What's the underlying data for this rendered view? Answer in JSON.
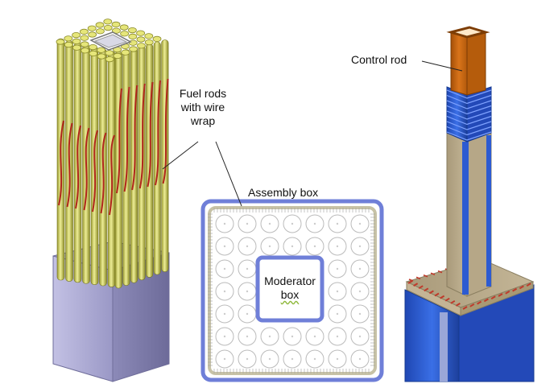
{
  "labels": {
    "fuel_rods_line1": "Fuel rods",
    "fuel_rods_line2": "with wire",
    "fuel_rods_line3": "wrap",
    "assembly_box": "Assembly box",
    "moderator_line1": "Moderator",
    "moderator_line2": "box",
    "control_rod": "Control rod"
  },
  "colors": {
    "fuel_rod": "#c9c95a",
    "fuel_rod_light": "#e9e98a",
    "fuel_rod_dark": "#8f8f2a",
    "wire_wrap": "#b0261c",
    "assembly_box_gray": "#a9a7cf",
    "assembly_box_dark": "#7b79a6",
    "plan_outline": "#6f7fd8",
    "control_rod_orange": "#c9650f",
    "guide_tube_blue": "#2d5bd1",
    "moderator_tan": "#b9a98a",
    "leader_line": "#222222"
  }
}
